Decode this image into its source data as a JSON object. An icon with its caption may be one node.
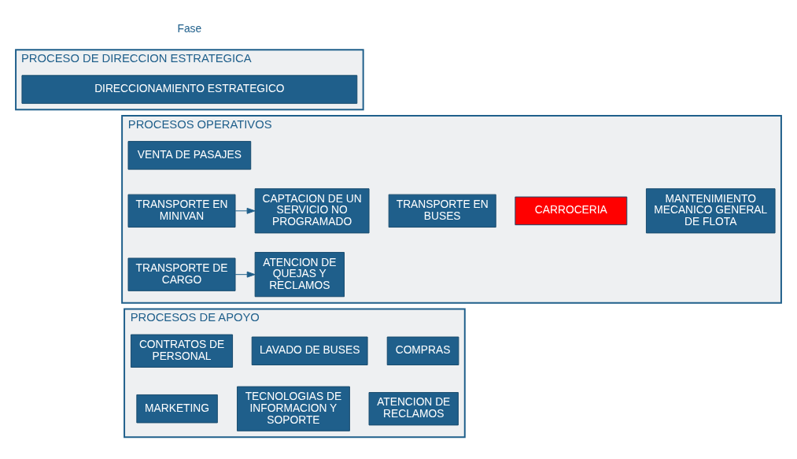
{
  "diagram": {
    "nodes": [
      {
        "text": [
          "PROCESO DE DIRECCION ESTRATEGICA"
        ]
      },
      {
        "text": [
          "DIRECCIONAMIENTO ESTRATEGICO"
        ],
        "in": 0
      },
      {
        "text": [
          "PROCESOS OPERATIVOS"
        ]
      },
      {
        "text": [
          "VENTA DE PASAJES"
        ],
        "in": 2
      },
      {
        "text": [
          "CAPTACION DE UN SERVICIO NO PROGRAMADO"
        ],
        "in": 2
      },
      {
        "text": [
          "TRANSPORTE EN MINIVAN"
        ],
        "in": 2
      },
      {
        "text": [
          "TRANSPORTE EN BUSES"
        ],
        "in": 2
      },
      {
        "text": [
          "CARROCERIA"
        ],
        "in": 2
      },
      {
        "text": [
          "MANTENIMIENTO MECANICO GENERAL DE FLOTA"
        ],
        "in": 2
      },
      {
        "text": [
          "ATENCION DE QUEJAS Y RECLAMOS"
        ],
        "in": 2
      },
      {
        "text": [
          "TRANSPORTE DE CARGO"
        ],
        "in": 2
      },
      {
        "text": [
          "PROCESOS DE APOYO"
        ]
      },
      {
        "text": [
          "CONTRATOS DE PERSONAL"
        ],
        "in": 11
      },
      {
        "text": [
          "LAVADO DE BUSES"
        ],
        "in": 11
      },
      {
        "text": [
          "COMPRAS"
        ],
        "in": 11
      },
      {
        "text": [
          "MARKETING"
        ],
        "in": 11
      },
      {
        "text": [
          "TECNOLOGIAS DE INFORMACION Y SOPORTE"
        ],
        "in": 11
      },
      {
        "text": [
          "ATENCION DE RECLAMOS"
        ],
        "in": 11
      }
    ],
    "edges": [
      {
        "from": 5,
        "to": 4,
        "arrow": "to"
      },
      {
        "from": 10,
        "to": 9,
        "arrow": "to"
      }
    ],
    "labels": [
      "Fase"
    ]
  }
}
